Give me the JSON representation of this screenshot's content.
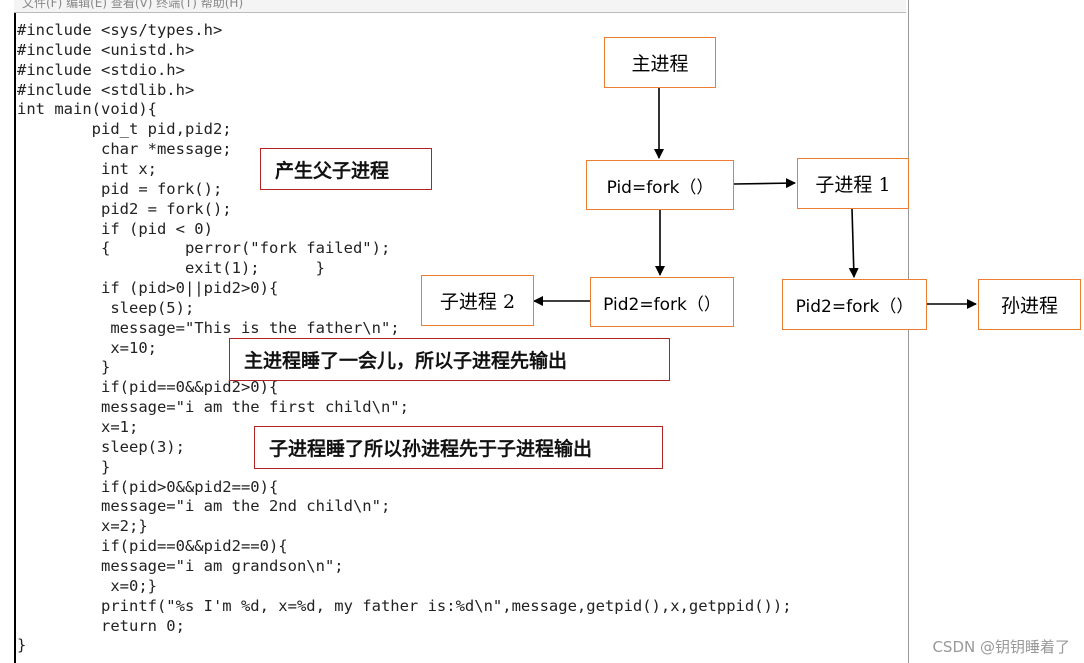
{
  "editor": {
    "menu_text": "文件(F) 编辑(E) 查看(V) 终端(T) 帮助(H)",
    "code_lines": [
      "#include <sys/types.h>",
      "#include <unistd.h>",
      "#include <stdio.h>",
      "#include <stdlib.h>",
      "int main(void){",
      "        pid_t pid,pid2;",
      "         char *message;",
      "         int x;",
      "         pid = fork();",
      "         pid2 = fork();",
      "         if (pid < 0)",
      "         {        perror(\"fork failed\");",
      "                  exit(1);      }",
      "         if (pid>0||pid2>0){",
      "          sleep(5);",
      "          message=\"This is the father\\n\";",
      "          x=10;",
      "         }",
      "         if(pid==0&&pid2>0){",
      "         message=\"i am the first child\\n\";",
      "         x=1;",
      "         sleep(3);",
      "         }",
      "         if(pid>0&&pid2==0){",
      "         message=\"i am the 2nd child\\n\";",
      "         x=2;}",
      "         if(pid==0&&pid2==0){",
      "         message=\"i am grandson\\n\";",
      "          x=0;}",
      "         printf(\"%s I'm %d, x=%d, my father is:%d\\n\",message,getpid(),x,getppid());",
      "         return 0;",
      "}"
    ]
  },
  "annotations": {
    "fork_parent_child": "产生父子进程",
    "main_sleeps": "主进程睡了一会儿，所以子进程先输出",
    "child_sleeps": "子进程睡了所以孙进程先于子进程输出"
  },
  "diagram": {
    "main_process": "主进程",
    "fork1": "Pid=fork（）",
    "child1": "子进程 1",
    "fork2_main": "Pid2=fork（）",
    "child2": "子进程 2",
    "fork2_child": "Pid2=fork（）",
    "grandchild": "孙进程"
  },
  "watermark": "CSDN @钥钥睡着了",
  "colors": {
    "node_border": "#ed7d31",
    "annotation_border": "#b22222"
  }
}
